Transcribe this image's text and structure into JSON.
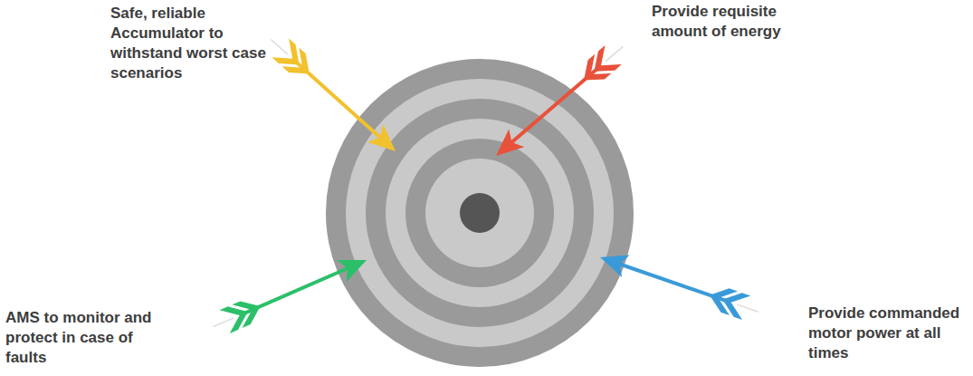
{
  "diagram": {
    "labels": [
      "Safe, reliable Accumulator to withstand worst case scenarios",
      "Provide requisite amount of energy",
      "AMS to monitor and protect in case of faults",
      "Provide commanded motor power at all times"
    ]
  }
}
